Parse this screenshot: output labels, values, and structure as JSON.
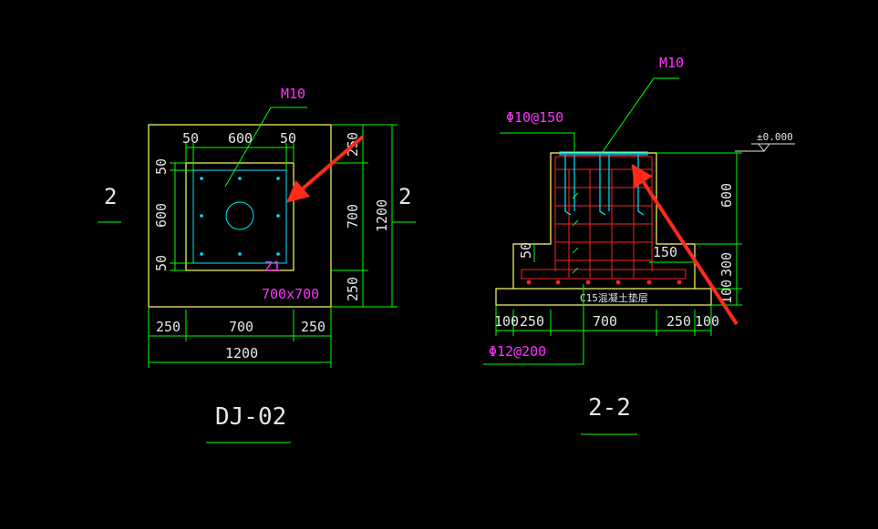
{
  "colors": {
    "background": "#000000",
    "outline": "#ffff66",
    "dimension": "#00ff00",
    "text": "#e6e6e6",
    "annotation": "#ff33ff",
    "embed": "#00e5ff",
    "rebar": "#ff2222",
    "arrow": "#ff2a1a"
  },
  "plan": {
    "title": "DJ-02",
    "section_mark_left": "2",
    "section_mark_right": "2",
    "plate_label": "M10",
    "column_label": "Z1",
    "column_size": "700x700",
    "dims_top": [
      "50",
      "600",
      "50"
    ],
    "dims_left": [
      "50",
      "600",
      "50"
    ],
    "dims_right": [
      "250",
      "700",
      "250"
    ],
    "dim_right_total": "1200",
    "dims_bottom": [
      "250",
      "700",
      "250"
    ],
    "dim_bottom_total": "1200"
  },
  "section": {
    "title": "2-2",
    "plate_label": "M10",
    "top_rebar": "Φ10@150",
    "bottom_rebar": "Φ12@200",
    "level": "±0.000",
    "cushion_label": "C15混凝土垫层",
    "dim_step_left": "50",
    "dim_step_right": "150",
    "dims_right": [
      "600",
      "300",
      "100"
    ],
    "dims_bottom": [
      "100",
      "250",
      "700",
      "250",
      "100"
    ]
  }
}
